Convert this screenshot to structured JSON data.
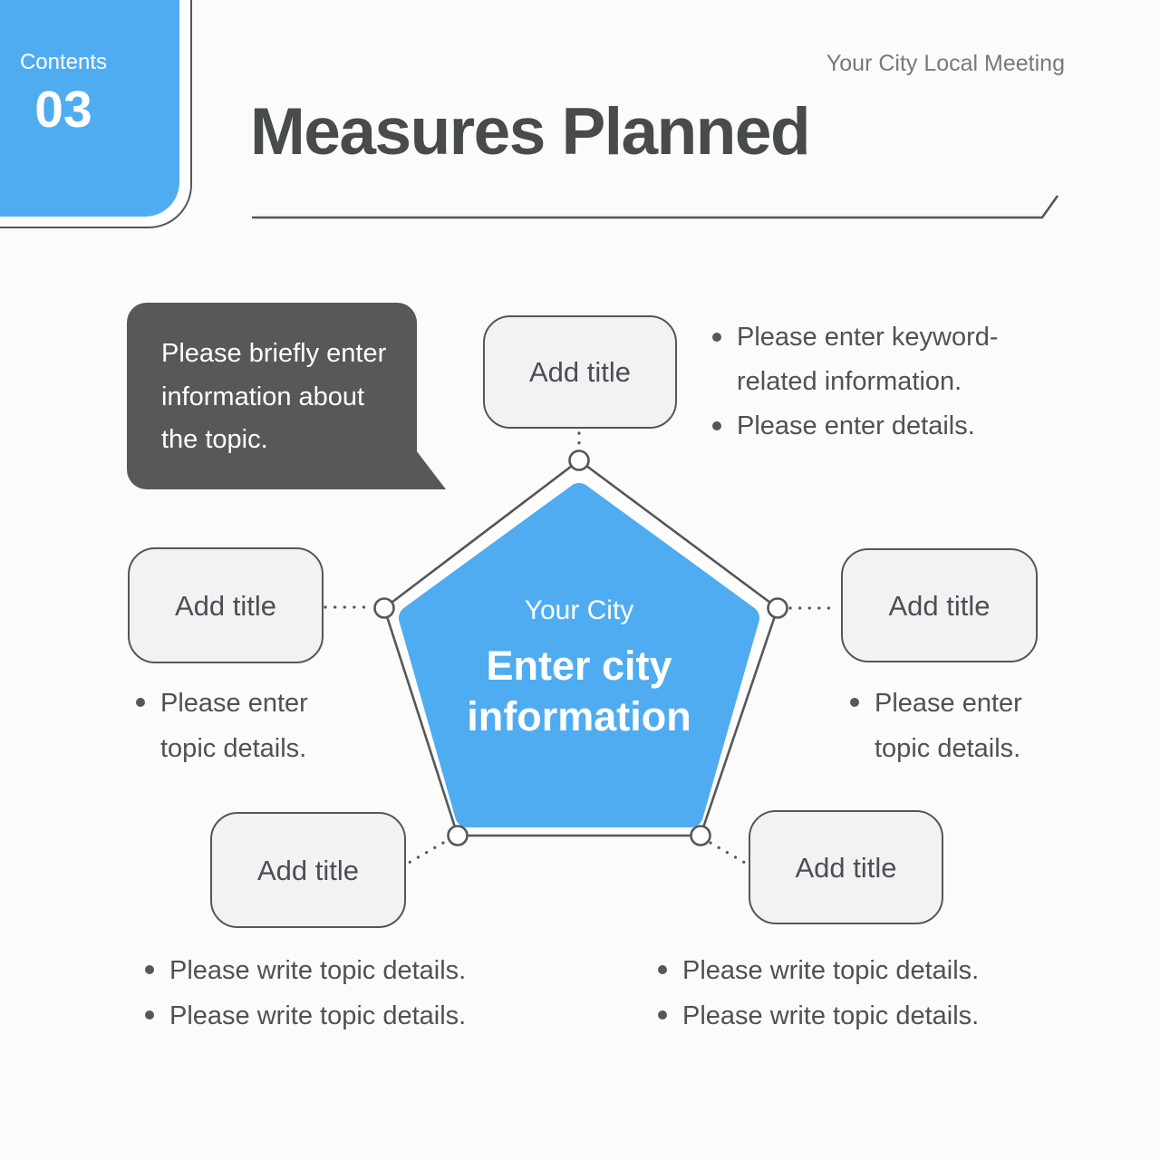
{
  "colors": {
    "accent_blue": "#4facf0",
    "bubble_gray": "#58585a",
    "stroke_gray": "#54575a",
    "text_gray": "#4e5156",
    "title_gray": "#484c49"
  },
  "badge": {
    "label": "Contents",
    "number": "03"
  },
  "header": {
    "meta": "Your City Local Meeting",
    "title": "Measures Planned"
  },
  "speech_bubble": {
    "text": "Please briefly enter information about the topic."
  },
  "pentagon": {
    "label": "Your City",
    "title": "Enter city information"
  },
  "nodes": {
    "top": {
      "title": "Add title"
    },
    "left": {
      "title": "Add title"
    },
    "right": {
      "title": "Add title"
    },
    "bottom_left": {
      "title": "Add title"
    },
    "bottom_right": {
      "title": "Add title"
    }
  },
  "lists": {
    "top_right": [
      "Please enter keyword-related information.",
      "Please enter details."
    ],
    "left": [
      "Please enter topic details."
    ],
    "right": [
      "Please enter topic details."
    ],
    "bottom_left": [
      "Please write topic details.",
      "Please write topic details."
    ],
    "bottom_right": [
      "Please write topic details.",
      "Please write topic details."
    ]
  }
}
